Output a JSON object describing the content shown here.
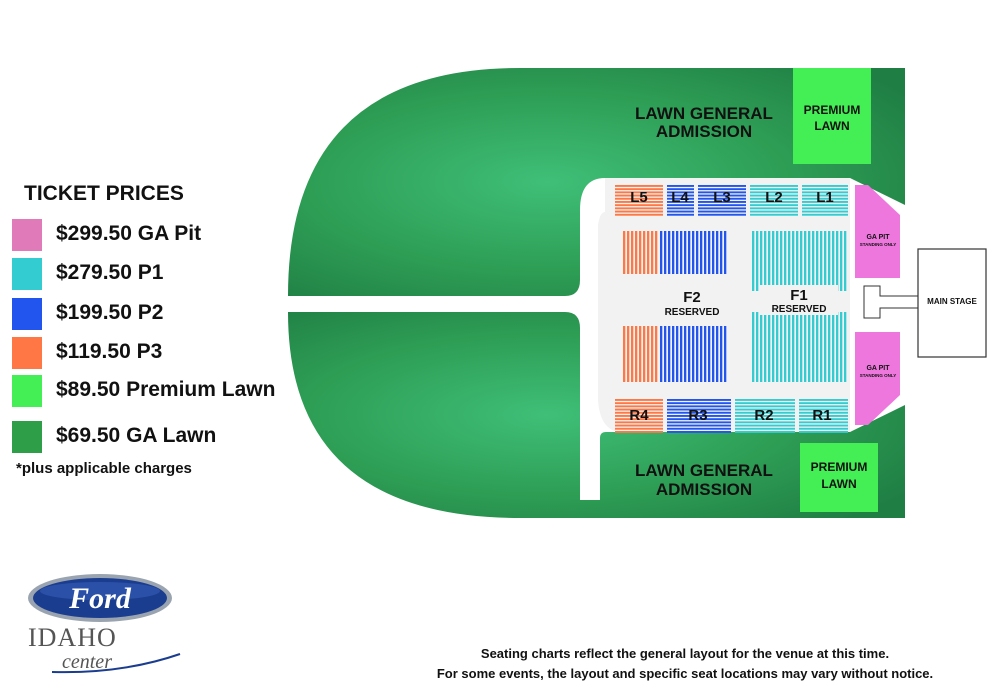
{
  "legend": {
    "title": "TICKET PRICES",
    "items": [
      {
        "label": "$299.50 GA Pit",
        "color": "#e07ab8"
      },
      {
        "label": "$279.50 P1",
        "color": "#33ccd0"
      },
      {
        "label": "$199.50 P2",
        "color": "#2255ee"
      },
      {
        "label": "$119.50 P3",
        "color": "#ff7744"
      },
      {
        "label": "$89.50 Premium Lawn",
        "color": "#44ee55"
      },
      {
        "label": "$69.50 GA Lawn",
        "color": "#2e9e48"
      }
    ],
    "footnote": "*plus applicable charges"
  },
  "venue": {
    "lawn_top_line1": "LAWN GENERAL",
    "lawn_top_line2": "ADMISSION",
    "lawn_bottom_line1": "LAWN GENERAL",
    "lawn_bottom_line2": "ADMISSION",
    "premium_top_line1": "PREMIUM",
    "premium_top_line2": "LAWN",
    "premium_bottom_line1": "PREMIUM",
    "premium_bottom_line2": "LAWN",
    "sections": {
      "L5": "L5",
      "L4": "L4",
      "L3": "L3",
      "L2": "L2",
      "L1": "L1",
      "R4": "R4",
      "R3": "R3",
      "R2": "R2",
      "R1": "R1"
    },
    "f1_name": "F1",
    "f1_sub": "RESERVED",
    "f2_name": "F2",
    "f2_sub": "RESERVED",
    "gapit_top_line1": "GA PIT",
    "gapit_top_line2": "STANDING ONLY",
    "gapit_bottom_line1": "GA PIT",
    "gapit_bottom_line2": "STANDING ONLY",
    "main_stage": "MAIN STAGE"
  },
  "logo": {
    "brand": "Ford",
    "line1": "IDAHO",
    "line2": "center",
    "brand_color": "#1b3d8f"
  },
  "disclaimer": {
    "line1": "Seating charts reflect the general layout for the venue at this time.",
    "line2": "For some events, the layout and specific seat locations may vary without notice."
  }
}
